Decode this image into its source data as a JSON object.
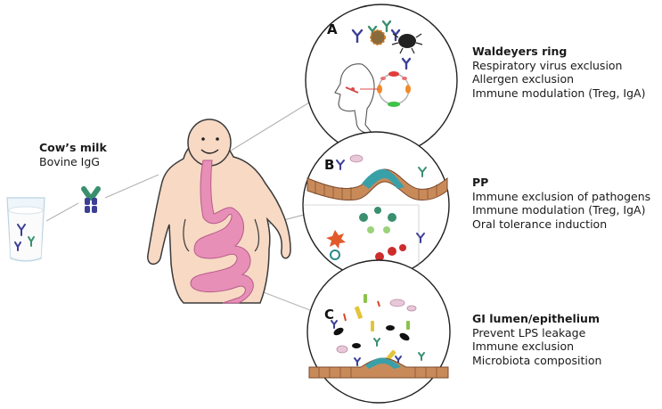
{
  "source": {
    "title": "Cow’s milk",
    "subtitle": "Bovine IgG"
  },
  "panels": [
    {
      "letter": "A",
      "title": "Waldeyers ring",
      "lines": [
        "Respiratory virus exclusion",
        "Allergen exclusion",
        "Immune modulation (Treg, IgA)"
      ]
    },
    {
      "letter": "B",
      "title": "PP",
      "lines": [
        "Immune exclusion of pathogens",
        "Immune modulation (Treg, IgA)",
        "Oral tolerance induction"
      ]
    },
    {
      "letter": "C",
      "title": "GI lumen/epithelium",
      "lines": [
        "Prevent LPS leakage",
        "Immune exclusion",
        "Microbiota composition"
      ]
    }
  ],
  "colors": {
    "skin": "#f7d9c4",
    "gut": "#e88fb8",
    "epithelium": "#c98a5a",
    "antibody_green": "#3a8f6f",
    "antibody_blue": "#3b3f96",
    "connector": "#b5b5b5"
  }
}
